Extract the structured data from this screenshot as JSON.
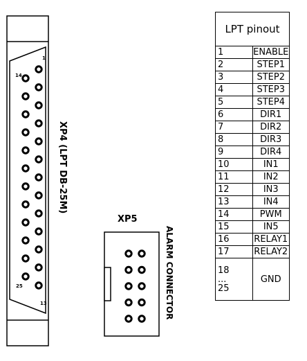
{
  "xp4": {
    "label": "XP4 (LPT DB-25M)",
    "pin_marks": {
      "first": "1",
      "row2_first": "14",
      "row2_last": "25",
      "last": "13"
    }
  },
  "xp5": {
    "label": "XP5",
    "caption": "ALARM CONNECTOR"
  },
  "pinout": {
    "title": "LPT pinout",
    "rows": [
      {
        "pin": "1",
        "signal": "ENABLE"
      },
      {
        "pin": "2",
        "signal": "STEP1"
      },
      {
        "pin": "3",
        "signal": "STEP2"
      },
      {
        "pin": "4",
        "signal": "STEP3"
      },
      {
        "pin": "5",
        "signal": "STEP4"
      },
      {
        "pin": "6",
        "signal": "DIR1"
      },
      {
        "pin": "7",
        "signal": "DIR2"
      },
      {
        "pin": "8",
        "signal": "DIR3"
      },
      {
        "pin": "9",
        "signal": "DIR4"
      },
      {
        "pin": "10",
        "signal": "IN1"
      },
      {
        "pin": "11",
        "signal": "IN2"
      },
      {
        "pin": "12",
        "signal": "IN3"
      },
      {
        "pin": "13",
        "signal": "IN4"
      },
      {
        "pin": "14",
        "signal": "PWM"
      },
      {
        "pin": "15",
        "signal": "IN5"
      },
      {
        "pin": "16",
        "signal": "RELAY1"
      },
      {
        "pin": "17",
        "signal": "RELAY2"
      }
    ],
    "gnd": {
      "pin_top": "18",
      "pin_dots": "...",
      "pin_bottom": "25",
      "signal": "GND"
    }
  }
}
